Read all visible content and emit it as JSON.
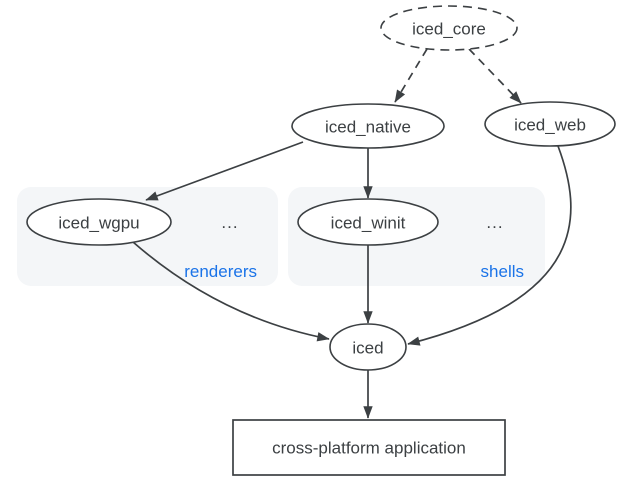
{
  "colors": {
    "line": "#3c4043",
    "text": "#3c4043",
    "group_bg": "#f4f6f8",
    "group_label": "#1a73e8",
    "node_fill": "#ffffff"
  },
  "nodes": {
    "iced_core": {
      "label": "iced_core",
      "shape": "dashed-ellipse"
    },
    "iced_native": {
      "label": "iced_native",
      "shape": "ellipse"
    },
    "iced_web": {
      "label": "iced_web",
      "shape": "ellipse"
    },
    "iced_wgpu": {
      "label": "iced_wgpu",
      "shape": "ellipse"
    },
    "iced_winit": {
      "label": "iced_winit",
      "shape": "ellipse"
    },
    "iced": {
      "label": "iced",
      "shape": "ellipse"
    },
    "app": {
      "label": "cross-platform application",
      "shape": "rect"
    }
  },
  "groups": {
    "renderers": {
      "label": "renderers",
      "ellipsis": "...",
      "members": [
        "iced_wgpu"
      ]
    },
    "shells": {
      "label": "shells",
      "ellipsis": "...",
      "members": [
        "iced_winit"
      ]
    }
  },
  "edges": [
    {
      "from": "iced_core",
      "to": "iced_native",
      "style": "dashed"
    },
    {
      "from": "iced_core",
      "to": "iced_web",
      "style": "dashed"
    },
    {
      "from": "iced_native",
      "to": "iced_wgpu",
      "style": "solid"
    },
    {
      "from": "iced_native",
      "to": "iced_winit",
      "style": "solid"
    },
    {
      "from": "iced_wgpu",
      "to": "iced",
      "style": "solid"
    },
    {
      "from": "iced_winit",
      "to": "iced",
      "style": "solid"
    },
    {
      "from": "iced_web",
      "to": "iced",
      "style": "solid"
    },
    {
      "from": "iced",
      "to": "app",
      "style": "solid"
    }
  ]
}
